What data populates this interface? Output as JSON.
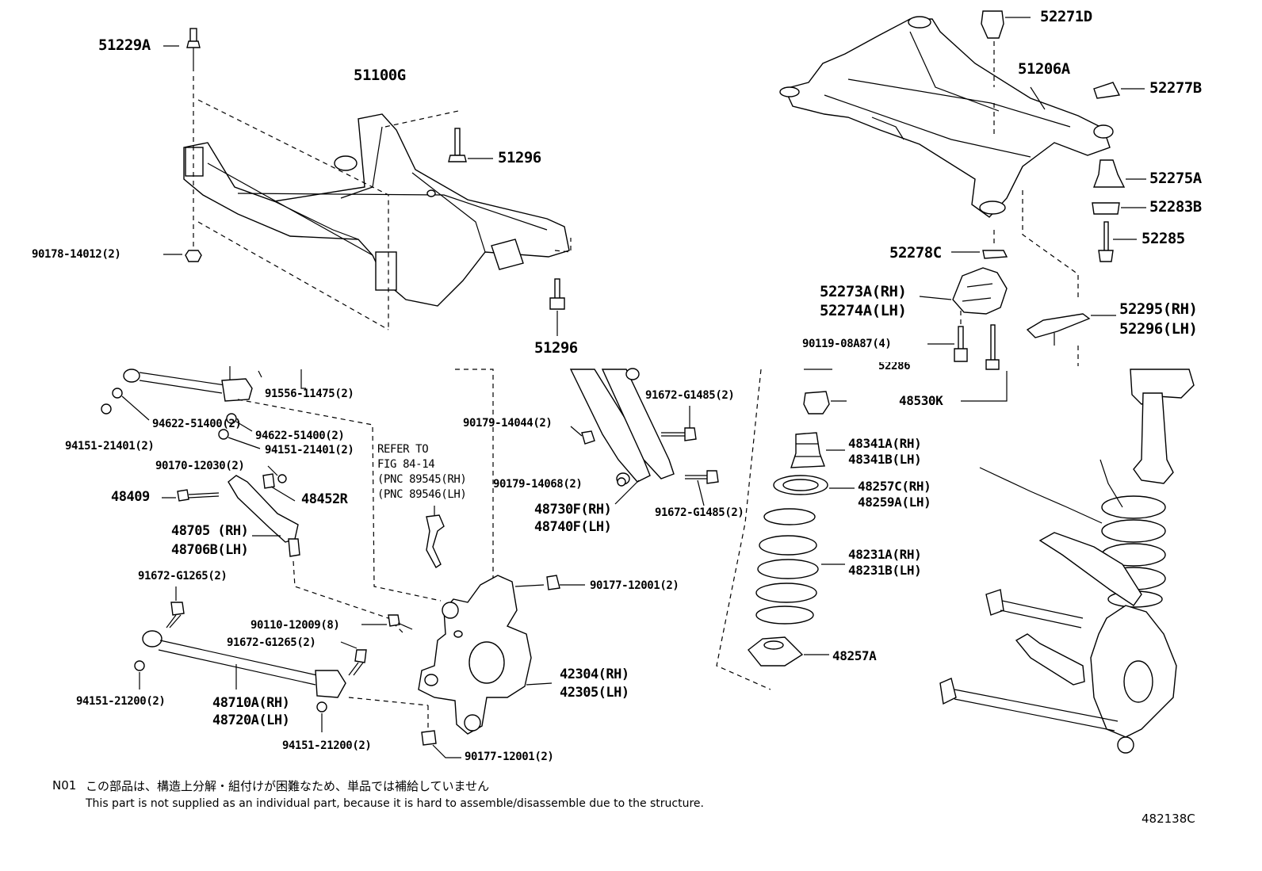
{
  "labels": {
    "l51229a": "51229A",
    "l51100g": "51100G",
    "l51296a": "51296",
    "l51296b": "51296",
    "l90178": "90178-14012(2)",
    "l52271d": "52271D",
    "l51206a": "51206A",
    "l52277b": "52277B",
    "l52275a": "52275A",
    "l52283b": "52283B",
    "l52285": "52285",
    "l52278c": "52278C",
    "l52273a": "52273A(RH)",
    "l52274a": "52274A(LH)",
    "l52295": "52295(RH)",
    "l52296": "52296(LH)",
    "l90119": "90119-08A87(4)",
    "l52286": "52286",
    "l48530k": "48530K",
    "l48341a": "48341A(RH)",
    "l48341b": "48341B(LH)",
    "l48257c": "48257C(RH)",
    "l48259a": "48259A(LH)",
    "l48231a": "48231A(RH)",
    "l48231b": "48231B(LH)",
    "l48257a": "48257A",
    "l91556": "91556-11475(2)",
    "l94622a": "94622-51400(2)",
    "l94151a": "94151-21401(2)",
    "l94622b": "94622-51400(2)",
    "l94151b": "94151-21401(2)",
    "l90170": "90170-12030(2)",
    "l48409": "48409",
    "l48452r": "48452R",
    "l48705": "48705 (RH)",
    "l48706b": "48706B(LH)",
    "l91672g1265a": "91672-G1265(2)",
    "l90110": "90110-12009(8)",
    "l91672g1265b": "91672-G1265(2)",
    "l94151c": "94151-21200(2)",
    "l48710a": "48710A(RH)",
    "l48720a": "48720A(LH)",
    "l94151d": "94151-21200(2)",
    "l90179a": "90179-14044(2)",
    "l90179b": "90179-14068(2)",
    "l48730f": "48730F(RH)",
    "l48740f": "48740F(LH)",
    "l91672g1485a": "91672-G1485(2)",
    "l91672g1485b": "91672-G1485(2)",
    "l90177a": "90177-12001(2)",
    "l42304": "42304(RH)",
    "l42305": "42305(LH)",
    "l90177b": "90177-12001(2)"
  },
  "refer": {
    "line1": "REFER TO",
    "line2": "FIG 84-14",
    "line3": "(PNC 89545(RH)",
    "line4": "(PNC 89546(LH)"
  },
  "note": {
    "code": "N01",
    "japanese": "この部品は、構造上分解・組付けが困難なため、単品では補給していません",
    "english": "This part is not supplied as an individual part, because it is hard to assemble/disassemble due to the structure."
  },
  "figure_id": "482138C"
}
